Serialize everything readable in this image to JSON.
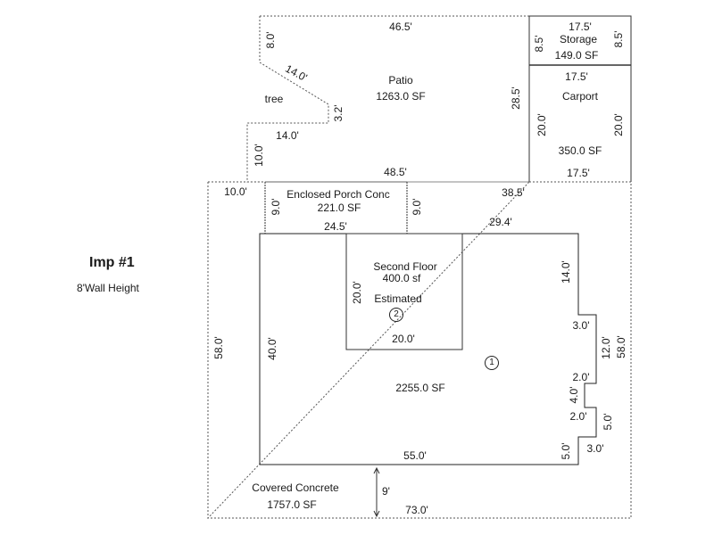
{
  "imp": {
    "title": "Imp #1",
    "wall_height": "8'Wall Height"
  },
  "areas": {
    "patio": {
      "name": "Patio",
      "area": "1263.0 SF",
      "note": "tree",
      "dims": {
        "top": "46.5'",
        "left_upper": "8.0'",
        "diagonal": "14.0'",
        "notch_vertical": "3.2'",
        "notch_horizontal": "14.0'",
        "left_lower": "10.0'",
        "bottom": "48.5'",
        "right": "28.5'"
      }
    },
    "storage": {
      "name": "Storage",
      "area": "149.0 SF",
      "dims": {
        "top": "17.5'",
        "left": "8.5'",
        "right": "8.5'"
      }
    },
    "carport": {
      "name": "Carport",
      "area": "350.0 SF",
      "dims": {
        "top": "17.5'",
        "left": "20.0'",
        "right": "20.0'",
        "bottom": "17.5'"
      }
    },
    "enclosed_porch": {
      "name": "Enclosed Porch Conc",
      "area": "221.0 SF",
      "dims": {
        "left": "9.0'",
        "right": "9.0'",
        "bottom": "24.5'"
      }
    },
    "second_floor": {
      "name": "Second Floor",
      "area": "400.0 sf",
      "note": "Estimated",
      "marker": "2",
      "dims": {
        "left": "20.0'",
        "bottom": "20.0'"
      }
    },
    "main": {
      "area": "2255.0 SF",
      "marker": "1",
      "dims": {
        "top_right": "29.4'",
        "left": "40.0'",
        "bottom": "55.0'",
        "right_upper": "14.0'",
        "step1": "3.0'",
        "right_mid": "12.0'",
        "step2": "2.0'",
        "notch": "4.0'",
        "step3": "2.0'",
        "right_lower": "5.0'",
        "step4": "3.0'",
        "right_bottom": "5.0'"
      }
    },
    "covered_concrete": {
      "name": "Covered Concrete",
      "area": "1757.0 SF",
      "dims": {
        "top_left": "10.0'",
        "top_right": "38.5'",
        "left": "58.0'",
        "right": "58.0'",
        "bottom": "73.0'",
        "offset": "9'"
      }
    }
  }
}
